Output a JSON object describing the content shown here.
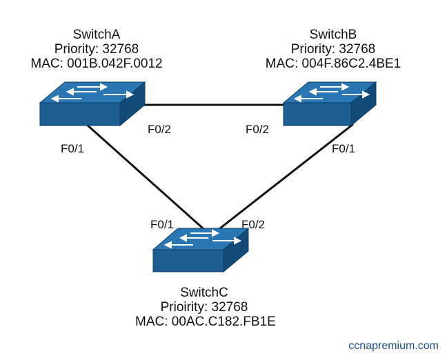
{
  "switches": {
    "a": {
      "name": "SwitchA",
      "priority": "Priority: 32768",
      "mac": "MAC: 001B.042F.0012"
    },
    "b": {
      "name": "SwitchB",
      "priority": "Priority: 32768",
      "mac": "MAC: 004F.86C2.4BE1"
    },
    "c": {
      "name": "SwitchC",
      "priority": "Prioirity: 32768",
      "mac": "MAC: 00AC.C182.FB1E"
    }
  },
  "ports": {
    "a_f01": "F0/1",
    "a_f02": "F0/2",
    "b_f02": "F0/2",
    "b_f01": "F0/1",
    "c_f01": "F0/1",
    "c_f02": "F0/2"
  },
  "watermark": "ccnapremium.com",
  "colors": {
    "switch_top": "#2b77b4",
    "switch_front": "#1d5e93",
    "switch_side": "#124a78",
    "link": "#111111"
  }
}
